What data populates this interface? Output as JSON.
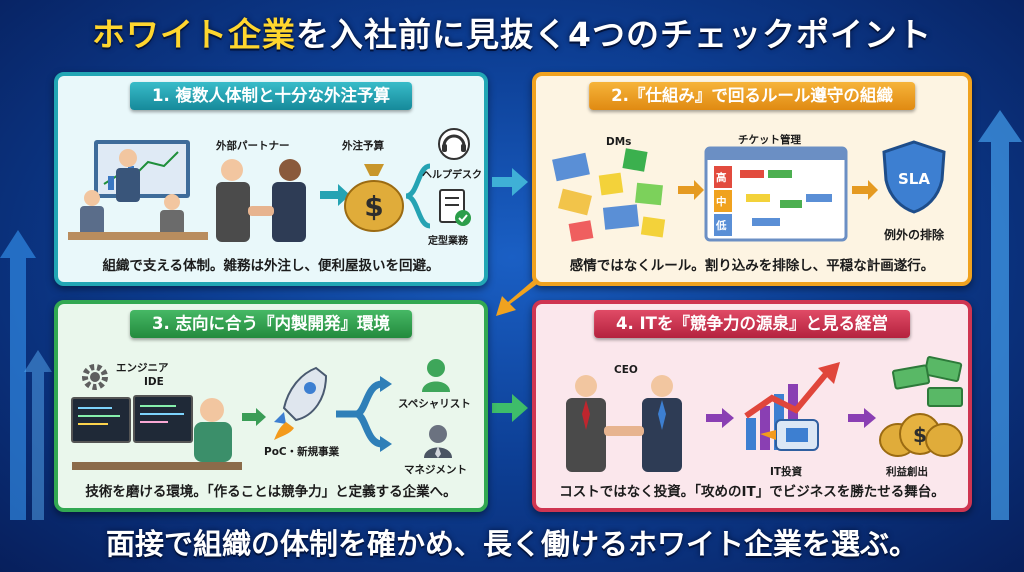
{
  "title": {
    "highlight": "ホワイト企業",
    "rest": "を入社前に見抜く4つのチェックポイント"
  },
  "panels": [
    {
      "heading": "1. 複数人体制と十分な外注予算",
      "labels": {
        "partner": "外部パートナー",
        "budget": "外注予算",
        "helpdesk": "ヘルプデスク",
        "routine": "定型業務"
      },
      "caption": "組織で支える体制。雑務は外注し、便利屋扱いを回避。"
    },
    {
      "heading": "2.『仕組み』で回るルール遵守の組織",
      "labels": {
        "dms": "DMs",
        "ticket": "チケット管理",
        "high": "高",
        "mid": "中",
        "low": "低",
        "sla": "SLA",
        "exclusion": "例外の排除"
      },
      "caption": "感情ではなくルール。割り込みを排除し、平穏な計画遂行。"
    },
    {
      "heading": "3. 志向に合う『内製開発』環境",
      "labels": {
        "engineer": "エンジニア",
        "ide": "IDE",
        "poc": "PoC・新規事業",
        "specialist": "スペシャリスト",
        "management": "マネジメント"
      },
      "caption": "技術を磨ける環境。「作ることは競争力」と定義する企業へ。"
    },
    {
      "heading": "4. ITを『競争力の源泉』と見る経営",
      "labels": {
        "ceo": "CEO",
        "it_investment": "IT投資",
        "profit": "利益創出"
      },
      "caption": "コストではなく投資。「攻めのIT」でビジネスを勝たせる舞台。"
    }
  ],
  "footer": "面接で組織の体制を確かめ、長く働けるホワイト企業を選ぶ。",
  "colors": {
    "panel1": "#22a6b4",
    "panel2": "#f0a21f",
    "panel3": "#32a852",
    "panel4": "#cf3551",
    "title_highlight": "#ffd62e"
  }
}
